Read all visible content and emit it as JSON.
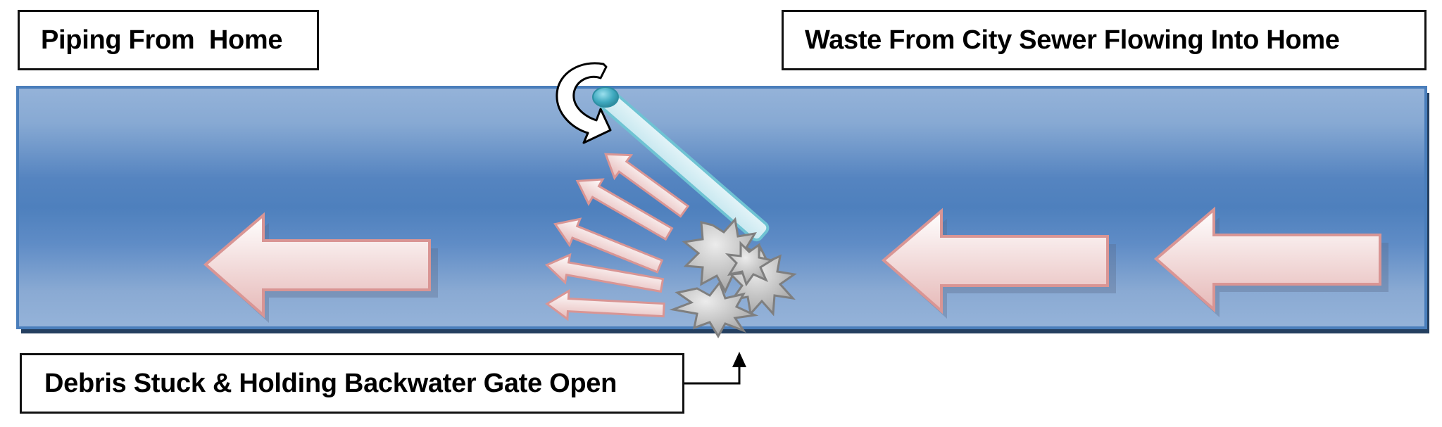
{
  "labels": {
    "piping_from_home": "Piping From  Home",
    "waste_from_sewer": "Waste From City Sewer Flowing Into Home",
    "debris_stuck": "Debris Stuck & Holding Backwater Gate Open"
  },
  "colors": {
    "pipe_light": "#93b1d8",
    "pipe_dark": "#4f81bd",
    "pipe_border": "#4a7ebb",
    "pipe_shadow": "#243f60",
    "arrow_fill_top": "#ffffff",
    "arrow_fill_bottom": "#e6b9b8",
    "arrow_stroke": "#d99594",
    "gate_fill": "#d6eef5",
    "gate_stroke": "#6fc3d3",
    "hinge_fill": "#3fa9bf",
    "debris_fill": "#bfbfbf",
    "debris_stroke": "#7f7f7f"
  },
  "flow_arrows": {
    "direction": "left",
    "main_count": 3,
    "deflected_count": 5
  },
  "icons": {
    "rotation": "rotate-counterclockwise-arrow-icon",
    "hinge": "gate-hinge-icon",
    "debris": "debris-burst-icon",
    "connector": "pointer-arrow-up-icon"
  }
}
